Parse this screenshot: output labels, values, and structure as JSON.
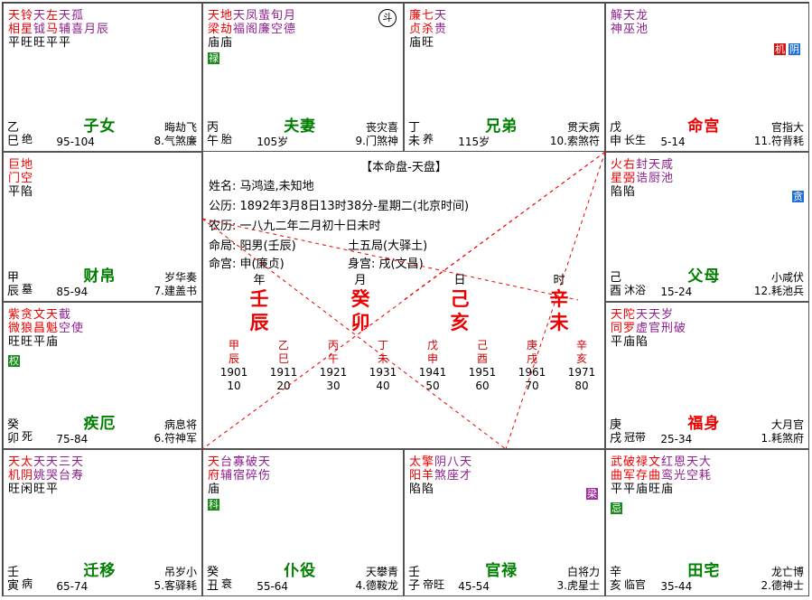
{
  "palaces": [
    {
      "id": "si",
      "stars": [
        [
          "天",
          "相",
          "平"
        ],
        [
          "铃",
          "星",
          "旺"
        ],
        [
          "天",
          "钺",
          "旺"
        ],
        [
          "左",
          "马",
          "平"
        ],
        [
          "天",
          "辅",
          "平"
        ],
        [
          "孤",
          "喜",
          ""
        ],
        [
          "",
          "月",
          ""
        ],
        [
          "",
          "辰",
          ""
        ]
      ],
      "colors": [
        "red",
        "red",
        "purple",
        "red",
        "purple",
        "purple",
        "purple",
        "purple"
      ],
      "gz": [
        "乙",
        "巳"
      ],
      "cs": "绝",
      "name": "子女",
      "age": "95-104",
      "gods_top": "晦劫飞",
      "gods_bot": "8.气煞廉",
      "badges": []
    },
    {
      "id": "wu",
      "stars": [
        [
          "天",
          "梁",
          "庙"
        ],
        [
          "地",
          "劫",
          "庙"
        ],
        [
          "天",
          "福",
          ""
        ],
        [
          "凤",
          "阁",
          ""
        ],
        [
          "蜚",
          "廉",
          ""
        ],
        [
          "旬",
          "空",
          ""
        ],
        [
          "月",
          "德",
          ""
        ]
      ],
      "colors": [
        "red",
        "red",
        "purple",
        "purple",
        "purple",
        "purple",
        "purple"
      ],
      "gz": [
        "丙",
        "午"
      ],
      "cs": "胎",
      "name": "夫妻",
      "age": "105岁",
      "gods_top": "丧灾喜",
      "gods_bot": "9.门煞神",
      "badges": [
        {
          "text": "禄",
          "cls": "bg-green"
        }
      ],
      "dou": "斗"
    },
    {
      "id": "wei",
      "stars": [
        [
          "廉",
          "贞",
          "庙"
        ],
        [
          "七",
          "杀",
          "旺"
        ],
        [
          "天",
          "贵",
          ""
        ]
      ],
      "colors": [
        "red",
        "red",
        "purple"
      ],
      "gz": [
        "丁",
        "未"
      ],
      "cs": "养",
      "name": "兄弟",
      "age": "115岁",
      "gods_top": "贯天病",
      "gods_bot": "10.索煞符",
      "badges": []
    },
    {
      "id": "shen",
      "stars": [
        [
          "解",
          "神"
        ],
        [
          "天",
          "巫"
        ],
        [
          "龙",
          "池"
        ]
      ],
      "colors": [
        "purple",
        "purple",
        "purple"
      ],
      "gz": [
        "戊",
        "申"
      ],
      "cs": "长生",
      "name": "命宫",
      "age": "5-14",
      "gods_top": "官指大",
      "gods_bot": "11.符背耗",
      "badges": [
        {
          "text": "机",
          "cls": "bg-red"
        },
        {
          "text": "阴",
          "cls": "bg-blue"
        }
      ]
    },
    {
      "id": "chen",
      "stars": [
        [
          "巨",
          "门",
          "平"
        ],
        [
          "地",
          "空",
          "陷"
        ]
      ],
      "colors": [
        "red",
        "red"
      ],
      "gz": [
        "甲",
        "辰"
      ],
      "cs": "墓",
      "name": "财帛",
      "age": "85-94",
      "gods_top": "岁华奏",
      "gods_bot": "7.建盖书",
      "badges": []
    },
    {
      "id": "you",
      "stars": [
        [
          "火",
          "星",
          "陷"
        ],
        [
          "右",
          "弼",
          "陷"
        ],
        [
          "封",
          "诰",
          ""
        ],
        [
          "天",
          "厨",
          ""
        ],
        [
          "咸",
          "池",
          ""
        ]
      ],
      "colors": [
        "red",
        "red",
        "purple",
        "purple",
        "purple"
      ],
      "gz": [
        "己",
        "酉"
      ],
      "cs": "沐浴",
      "name": "父母",
      "age": "15-24",
      "gods_top": "小咸伏",
      "gods_bot": "12.耗池兵",
      "badges": [
        {
          "text": "贪",
          "cls": "bg-blue"
        }
      ]
    },
    {
      "id": "mao",
      "stars": [
        [
          "紫",
          "微",
          "旺"
        ],
        [
          "贪",
          "狼",
          "旺"
        ],
        [
          "文",
          "昌",
          "平"
        ],
        [
          "天",
          "魁",
          "庙"
        ],
        [
          "截",
          "空",
          ""
        ],
        [
          "",
          "使",
          ""
        ]
      ],
      "colors": [
        "red",
        "red",
        "red",
        "red",
        "purple",
        "purple"
      ],
      "gz": [
        "癸",
        "卯"
      ],
      "cs": "死",
      "name": "疾厄",
      "age": "75-84",
      "gods_top": "病息将",
      "gods_bot": "6.符神军",
      "badges": [
        {
          "text": "权",
          "cls": "bg-green"
        }
      ]
    },
    {
      "id": "xu",
      "stars": [
        [
          "天",
          "同",
          "平"
        ],
        [
          "陀",
          "罗",
          "庙"
        ],
        [
          "天",
          "虚",
          "陷"
        ],
        [
          "天",
          "官",
          ""
        ],
        [
          "岁",
          "刑",
          ""
        ],
        [
          "",
          "破",
          ""
        ]
      ],
      "colors": [
        "red",
        "red",
        "purple",
        "purple",
        "purple",
        "purple"
      ],
      "gz": [
        "庚",
        "戌"
      ],
      "cs": "冠带",
      "name": "福身",
      "age": "25-34",
      "gods_top": "大月官",
      "gods_bot": "1.耗煞府",
      "badges": []
    },
    {
      "id": "yin",
      "stars": [
        [
          "天",
          "机",
          "旺"
        ],
        [
          "太",
          "阴",
          "闲"
        ],
        [
          "天",
          "姚",
          "旺"
        ],
        [
          "天",
          "哭",
          "平"
        ],
        [
          "三",
          "台",
          ""
        ],
        [
          "天",
          "寿",
          ""
        ]
      ],
      "colors": [
        "red",
        "red",
        "purple",
        "purple",
        "purple",
        "purple"
      ],
      "gz": [
        "壬",
        "寅"
      ],
      "cs": "病",
      "name": "迁移",
      "age": "65-74",
      "gods_top": "吊岁小",
      "gods_bot": "5.客驿耗",
      "badges": []
    },
    {
      "id": "chou",
      "stars": [
        [
          "天",
          "府",
          "庙"
        ],
        [
          "台",
          "辅",
          ""
        ],
        [
          "寡",
          "宿",
          ""
        ],
        [
          "破",
          "碎",
          ""
        ],
        [
          "天",
          "伤",
          ""
        ]
      ],
      "colors": [
        "red",
        "purple",
        "purple",
        "purple",
        "purple"
      ],
      "gz": [
        "癸",
        "丑"
      ],
      "cs": "衰",
      "name": "仆役",
      "age": "55-64",
      "gods_top": "天攀青",
      "gods_bot": "4.德鞍龙",
      "badges": [
        {
          "text": "科",
          "cls": "bg-green"
        }
      ]
    },
    {
      "id": "zi",
      "stars": [
        [
          "太",
          "阳",
          "陷"
        ],
        [
          "擎",
          "羊",
          "陷"
        ],
        [
          "阴",
          "煞",
          ""
        ],
        [
          "八",
          "座",
          ""
        ],
        [
          "天",
          "才",
          ""
        ]
      ],
      "colors": [
        "red",
        "red",
        "purple",
        "purple",
        "purple"
      ],
      "gz": [
        "壬",
        "子"
      ],
      "cs": "帝旺",
      "name": "官禄",
      "age": "45-54",
      "gods_top": "白将力",
      "gods_bot": "3.虎星士",
      "badges": [
        {
          "text": "梁",
          "cls": "bg-purple"
        }
      ]
    },
    {
      "id": "hai",
      "stars": [
        [
          "武",
          "曲",
          "平"
        ],
        [
          "破",
          "军",
          "平"
        ],
        [
          "禄",
          "存",
          "庙"
        ],
        [
          "文",
          "曲",
          "旺"
        ],
        [
          "红",
          "鸾",
          "庙"
        ],
        [
          "恩",
          "光",
          ""
        ],
        [
          "天",
          "空",
          ""
        ],
        [
          "大",
          "耗",
          ""
        ]
      ],
      "colors": [
        "red",
        "red",
        "red",
        "red",
        "purple",
        "purple",
        "purple",
        "purple"
      ],
      "gz": [
        "辛",
        "亥"
      ],
      "cs": "临官",
      "name": "田宅",
      "age": "35-44",
      "gods_top": "龙亡博",
      "gods_bot": "2.德神士",
      "badges": [
        {
          "text": "忌",
          "cls": "bg-green"
        }
      ]
    }
  ],
  "center": {
    "title": "【本命盘-天盘】",
    "name_line": "姓名: 马鸿逵,未知地",
    "solar_line": "公历: 1892年3月8日13时38分-星期二(北京时间)",
    "lunar_line": "农历: 一八九二年二月初十日未时",
    "ju_line": "命局: 阳男(壬辰)",
    "wuxing_line": "土五局(大驿土)",
    "ming_line": "命宫: 申(廉贞)",
    "shen_line": "身宫: 戌(文昌)",
    "pillars": [
      {
        "label": "年",
        "top": "壬",
        "bot": "辰"
      },
      {
        "label": "月",
        "top": "癸",
        "bot": "卯"
      },
      {
        "label": "日",
        "top": "己",
        "bot": "亥"
      },
      {
        "label": "时",
        "top": "辛",
        "bot": "未"
      }
    ],
    "dayun": [
      {
        "g": "甲",
        "z": "辰",
        "year": "1901",
        "age": "10"
      },
      {
        "g": "乙",
        "z": "巳",
        "year": "1911",
        "age": "20"
      },
      {
        "g": "丙",
        "z": "午",
        "year": "1921",
        "age": "30"
      },
      {
        "g": "丁",
        "z": "未",
        "year": "1931",
        "age": "40"
      },
      {
        "g": "戊",
        "z": "申",
        "year": "1941",
        "age": "50"
      },
      {
        "g": "己",
        "z": "酉",
        "year": "1951",
        "age": "60"
      },
      {
        "g": "庚",
        "z": "戌",
        "year": "1961",
        "age": "70"
      },
      {
        "g": "辛",
        "z": "亥",
        "year": "1971",
        "age": "80"
      }
    ]
  }
}
